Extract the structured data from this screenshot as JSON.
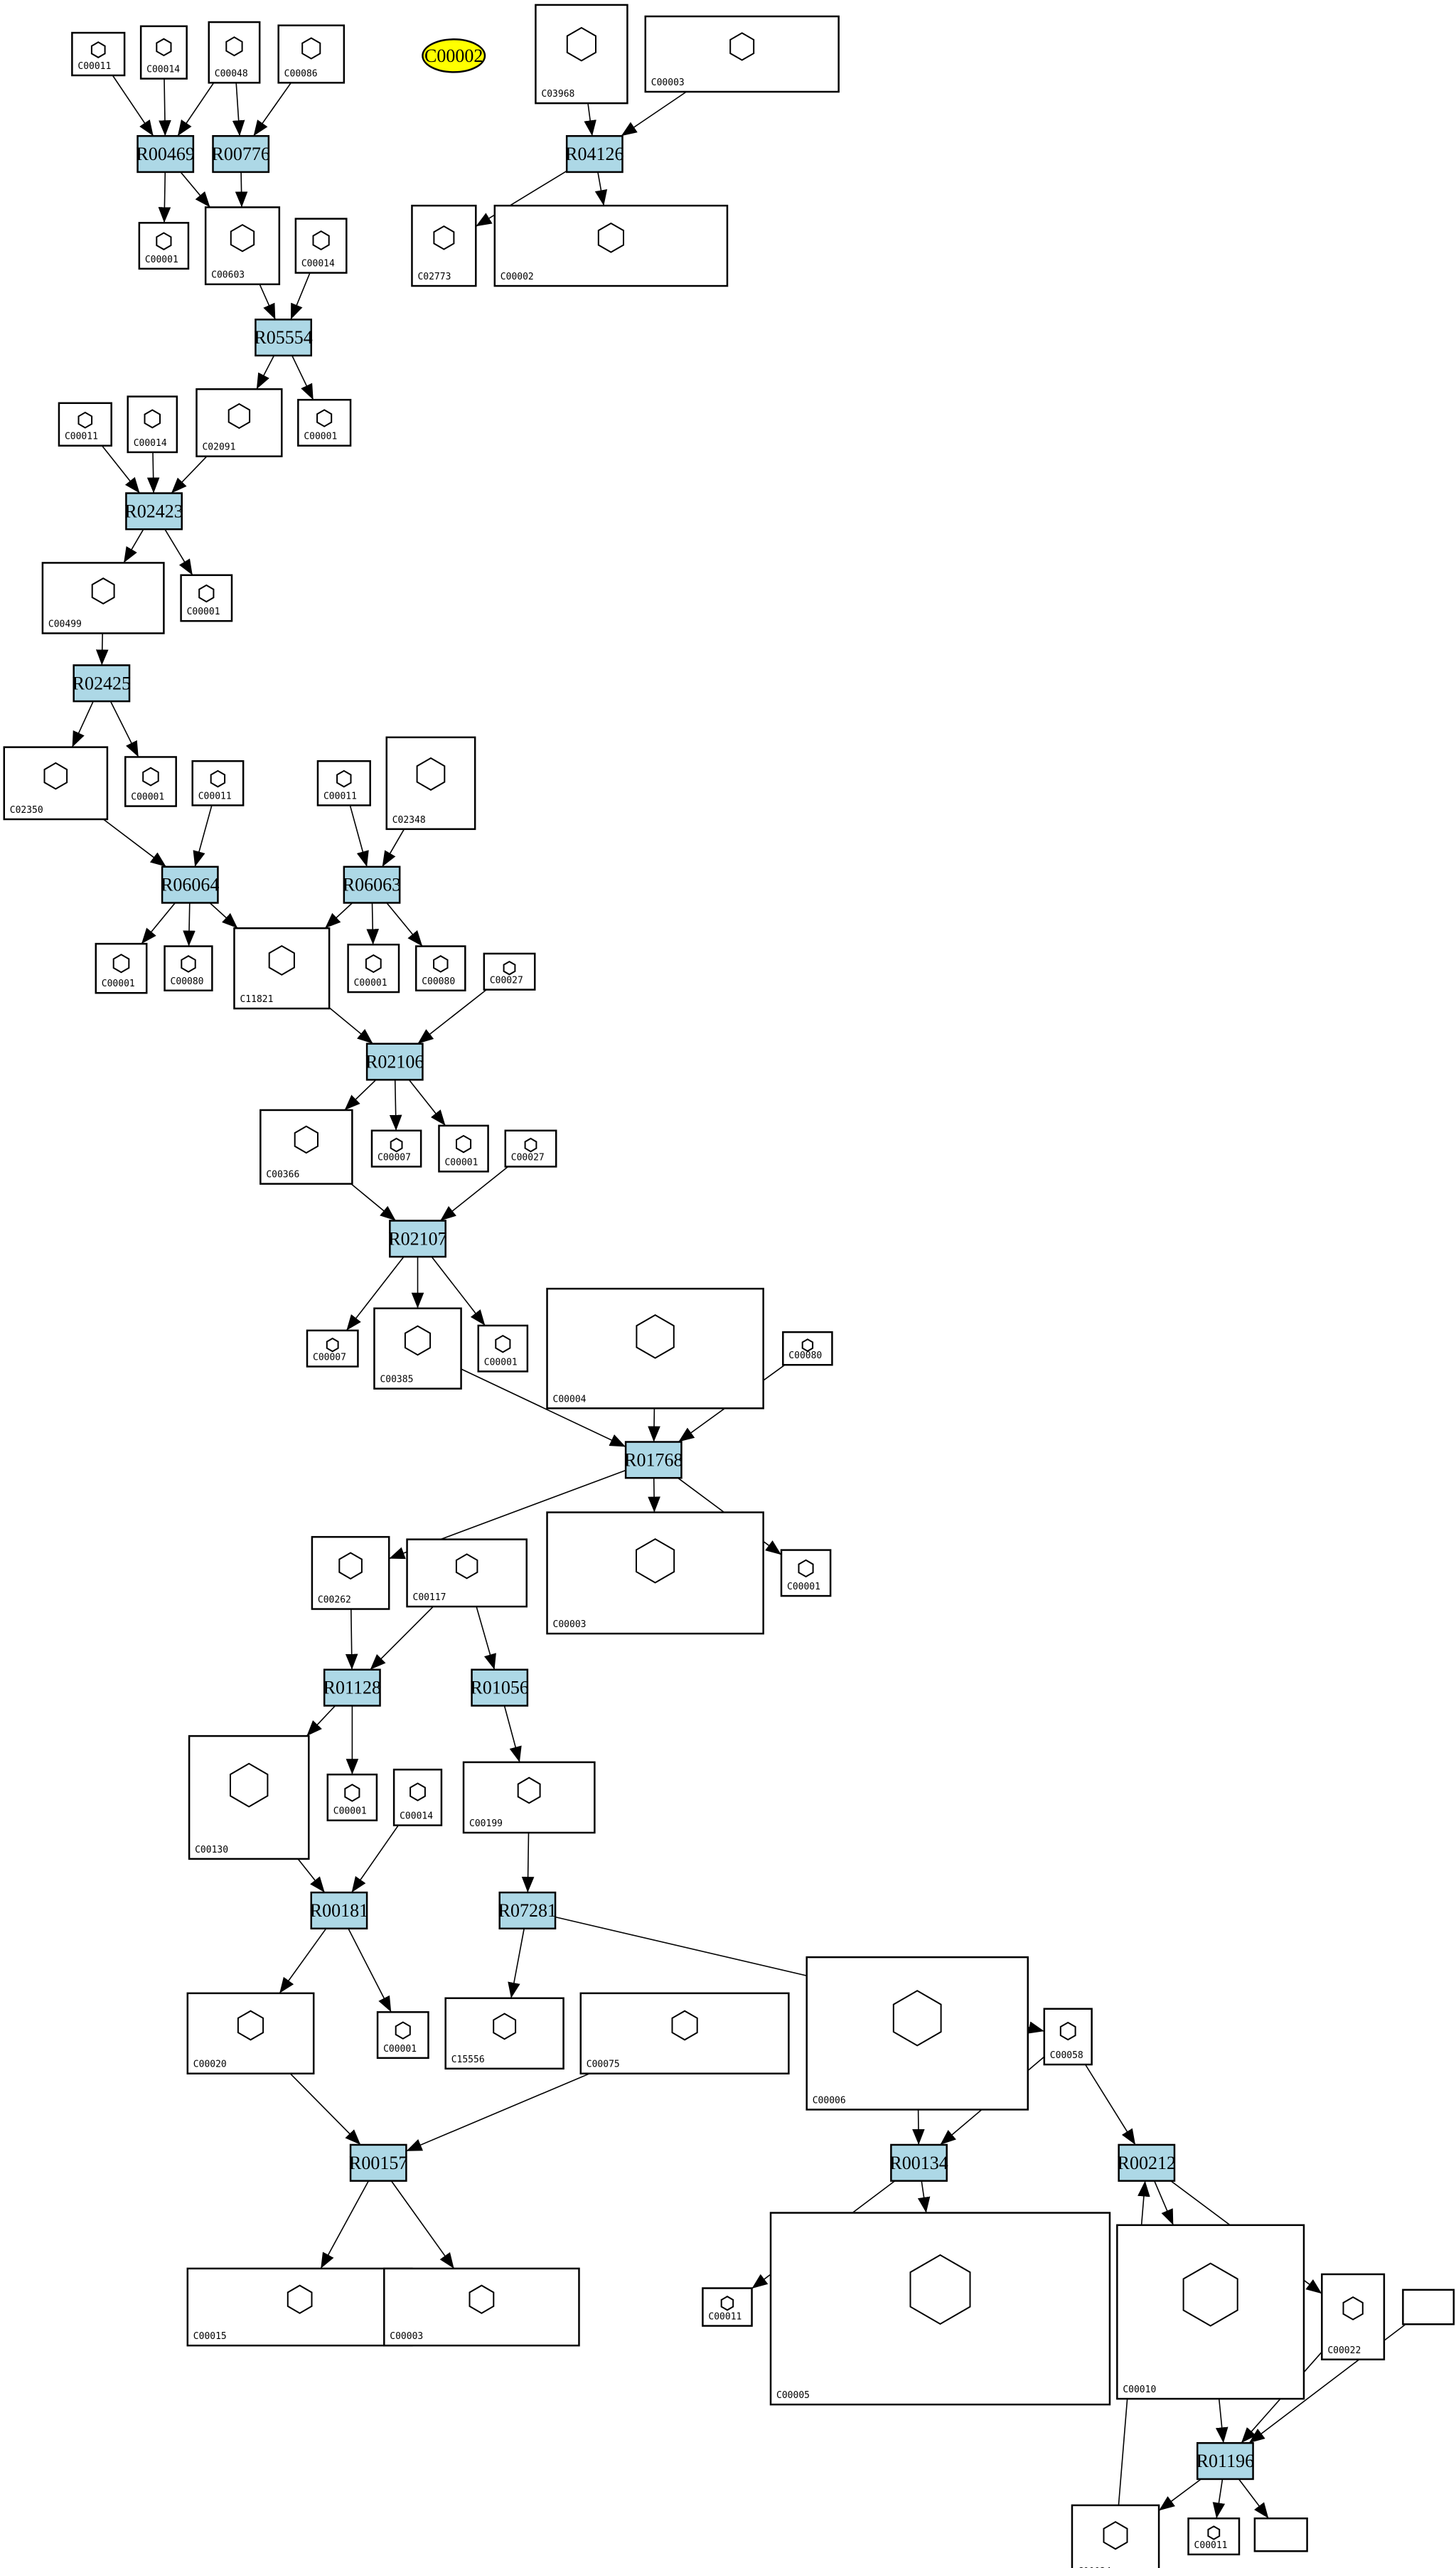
{
  "diagram": {
    "title": "Metabolic reaction network"
  },
  "colors": {
    "reaction_fill": "#add8e6",
    "highlight_fill": "#ffff00",
    "compound_fill": "#ffffff",
    "stroke": "#000000"
  },
  "nodes": {
    "c00011_a": {
      "label": "C00011",
      "kind": "compound"
    },
    "c00014_a": {
      "label": "C00014",
      "kind": "compound"
    },
    "c00048": {
      "label": "C00048",
      "kind": "compound"
    },
    "c00086": {
      "label": "C00086",
      "kind": "compound"
    },
    "c00002_hl": {
      "label": "C00002",
      "kind": "highlight"
    },
    "c03968": {
      "label": "C03968",
      "kind": "compound"
    },
    "c00003_a": {
      "label": "C00003",
      "kind": "compound"
    },
    "r00469": {
      "label": "R00469",
      "kind": "reaction"
    },
    "r00776": {
      "label": "R00776",
      "kind": "reaction"
    },
    "r04126": {
      "label": "R04126",
      "kind": "reaction"
    },
    "c00001_a": {
      "label": "C00001",
      "kind": "compound"
    },
    "c00603": {
      "label": "C00603",
      "kind": "compound"
    },
    "c00014_b": {
      "label": "C00014",
      "kind": "compound"
    },
    "c02773": {
      "label": "C02773",
      "kind": "compound"
    },
    "c00002_b": {
      "label": "C00002",
      "kind": "compound"
    },
    "r05554": {
      "label": "R05554",
      "kind": "reaction"
    },
    "c02091": {
      "label": "C02091",
      "kind": "compound"
    },
    "c00001_b": {
      "label": "C00001",
      "kind": "compound"
    },
    "c00011_b": {
      "label": "C00011",
      "kind": "compound"
    },
    "c00014_c": {
      "label": "C00014",
      "kind": "compound"
    },
    "r02423": {
      "label": "R02423",
      "kind": "reaction"
    },
    "c00499": {
      "label": "C00499",
      "kind": "compound"
    },
    "c00001_c": {
      "label": "C00001",
      "kind": "compound"
    },
    "r02425": {
      "label": "R02425",
      "kind": "reaction"
    },
    "c02350": {
      "label": "C02350",
      "kind": "compound"
    },
    "c00001_d": {
      "label": "C00001",
      "kind": "compound"
    },
    "c00011_c": {
      "label": "C00011",
      "kind": "compound"
    },
    "c00011_d": {
      "label": "C00011",
      "kind": "compound"
    },
    "c02348": {
      "label": "C02348",
      "kind": "compound"
    },
    "r06064": {
      "label": "R06064",
      "kind": "reaction"
    },
    "r06063": {
      "label": "R06063",
      "kind": "reaction"
    },
    "c00001_e": {
      "label": "C00001",
      "kind": "compound"
    },
    "c00080_a": {
      "label": "C00080",
      "kind": "compound"
    },
    "c11821": {
      "label": "C11821",
      "kind": "compound"
    },
    "c00001_f": {
      "label": "C00001",
      "kind": "compound"
    },
    "c00080_b": {
      "label": "C00080",
      "kind": "compound"
    },
    "c00027_a": {
      "label": "C00027",
      "kind": "compound"
    },
    "r02106": {
      "label": "R02106",
      "kind": "reaction"
    },
    "c00366": {
      "label": "C00366",
      "kind": "compound"
    },
    "c00007_a": {
      "label": "C00007",
      "kind": "compound"
    },
    "c00001_g": {
      "label": "C00001",
      "kind": "compound"
    },
    "c00027_b": {
      "label": "C00027",
      "kind": "compound"
    },
    "r02107": {
      "label": "R02107",
      "kind": "reaction"
    },
    "c00007_b": {
      "label": "C00007",
      "kind": "compound"
    },
    "c00385": {
      "label": "C00385",
      "kind": "compound"
    },
    "c00001_h": {
      "label": "C00001",
      "kind": "compound"
    },
    "c00004": {
      "label": "C00004",
      "kind": "compound"
    },
    "c00080_c": {
      "label": "C00080",
      "kind": "compound"
    },
    "r01768": {
      "label": "R01768",
      "kind": "reaction"
    },
    "c00262": {
      "label": "C00262",
      "kind": "compound"
    },
    "c00117": {
      "label": "C00117",
      "kind": "compound"
    },
    "c00003_b": {
      "label": "C00003",
      "kind": "compound"
    },
    "c00001_i": {
      "label": "C00001",
      "kind": "compound"
    },
    "r01128": {
      "label": "R01128",
      "kind": "reaction"
    },
    "r01056": {
      "label": "R01056",
      "kind": "reaction"
    },
    "c00130": {
      "label": "C00130",
      "kind": "compound"
    },
    "c00001_j": {
      "label": "C00001",
      "kind": "compound"
    },
    "c00014_d": {
      "label": "C00014",
      "kind": "compound"
    },
    "c00199": {
      "label": "C00199",
      "kind": "compound"
    },
    "r00181": {
      "label": "R00181",
      "kind": "reaction"
    },
    "r07281": {
      "label": "R07281",
      "kind": "reaction"
    },
    "c00020": {
      "label": "C00020",
      "kind": "compound"
    },
    "c00001_k": {
      "label": "C00001",
      "kind": "compound"
    },
    "c15556": {
      "label": "C15556",
      "kind": "compound"
    },
    "c00075": {
      "label": "C00075",
      "kind": "compound"
    },
    "c00006": {
      "label": "C00006",
      "kind": "compound"
    },
    "c00058": {
      "label": "C00058",
      "kind": "compound"
    },
    "r00157": {
      "label": "R00157",
      "kind": "reaction"
    },
    "r00134": {
      "label": "R00134",
      "kind": "reaction"
    },
    "r00212": {
      "label": "R00212",
      "kind": "reaction"
    },
    "c00015": {
      "label": "C00015",
      "kind": "compound"
    },
    "c00003_c": {
      "label": "C00003",
      "kind": "compound"
    },
    "c00011_e": {
      "label": "C00011",
      "kind": "compound"
    },
    "c00005": {
      "label": "C00005",
      "kind": "compound"
    },
    "c00010": {
      "label": "C00010",
      "kind": "compound"
    },
    "c00022": {
      "label": "C00022",
      "kind": "compound"
    },
    "empty_a": {
      "label": "",
      "kind": "compound"
    },
    "r01196": {
      "label": "R01196",
      "kind": "reaction"
    },
    "c00024": {
      "label": "C00024",
      "kind": "compound"
    },
    "c00011_f": {
      "label": "C00011",
      "kind": "compound"
    },
    "empty_b": {
      "label": "",
      "kind": "compound"
    }
  },
  "edges": [
    [
      "c00011_a",
      "r00469"
    ],
    [
      "c00014_a",
      "r00469"
    ],
    [
      "c00048",
      "r00469"
    ],
    [
      "c00048",
      "r00776"
    ],
    [
      "c00086",
      "r00776"
    ],
    [
      "r00469",
      "c00001_a"
    ],
    [
      "r00469",
      "c00603"
    ],
    [
      "r00776",
      "c00603"
    ],
    [
      "c03968",
      "r04126"
    ],
    [
      "c00003_a",
      "r04126"
    ],
    [
      "r04126",
      "c02773"
    ],
    [
      "r04126",
      "c00002_b"
    ],
    [
      "c00603",
      "r05554"
    ],
    [
      "c00014_b",
      "r05554"
    ],
    [
      "r05554",
      "c02091"
    ],
    [
      "r05554",
      "c00001_b"
    ],
    [
      "c00011_b",
      "r02423"
    ],
    [
      "c00014_c",
      "r02423"
    ],
    [
      "c02091",
      "r02423"
    ],
    [
      "r02423",
      "c00499"
    ],
    [
      "r02423",
      "c00001_c"
    ],
    [
      "c00499",
      "r02425"
    ],
    [
      "r02425",
      "c02350"
    ],
    [
      "r02425",
      "c00001_d"
    ],
    [
      "c02350",
      "r06064"
    ],
    [
      "c00011_c",
      "r06064"
    ],
    [
      "c00011_d",
      "r06063"
    ],
    [
      "c02348",
      "r06063"
    ],
    [
      "r06064",
      "c00001_e"
    ],
    [
      "r06064",
      "c00080_a"
    ],
    [
      "r06064",
      "c11821"
    ],
    [
      "r06063",
      "c11821"
    ],
    [
      "r06063",
      "c00001_f"
    ],
    [
      "r06063",
      "c00080_b"
    ],
    [
      "c11821",
      "r02106"
    ],
    [
      "c00027_a",
      "r02106"
    ],
    [
      "r02106",
      "c00366"
    ],
    [
      "r02106",
      "c00007_a"
    ],
    [
      "r02106",
      "c00001_g"
    ],
    [
      "c00366",
      "r02107"
    ],
    [
      "c00027_b",
      "r02107"
    ],
    [
      "r02107",
      "c00007_b"
    ],
    [
      "r02107",
      "c00385"
    ],
    [
      "r02107",
      "c00001_h"
    ],
    [
      "c00385",
      "r01768"
    ],
    [
      "c00004",
      "r01768"
    ],
    [
      "c00080_c",
      "r01768"
    ],
    [
      "r01768",
      "c00262"
    ],
    [
      "r01768",
      "c00003_b"
    ],
    [
      "r01768",
      "c00001_i"
    ],
    [
      "c00262",
      "r01128"
    ],
    [
      "c00117",
      "r01128"
    ],
    [
      "c00117",
      "r01056"
    ],
    [
      "r01128",
      "c00130"
    ],
    [
      "r01128",
      "c00001_j"
    ],
    [
      "c00130",
      "r00181"
    ],
    [
      "c00014_d",
      "r00181"
    ],
    [
      "r01056",
      "c00199"
    ],
    [
      "c00199",
      "r07281"
    ],
    [
      "r00181",
      "c00020"
    ],
    [
      "r00181",
      "c00001_k"
    ],
    [
      "r07281",
      "c15556"
    ],
    [
      "r07281",
      "c00058"
    ],
    [
      "c00020",
      "r00157"
    ],
    [
      "c00075",
      "r00157"
    ],
    [
      "r00157",
      "c00015"
    ],
    [
      "r00157",
      "c00003_c"
    ],
    [
      "c00006",
      "r00134"
    ],
    [
      "c00058",
      "r00134"
    ],
    [
      "c00058",
      "r00212"
    ],
    [
      "r00134",
      "c00011_e"
    ],
    [
      "r00134",
      "c00005"
    ],
    [
      "r00212",
      "c00010"
    ],
    [
      "r00212",
      "c00022"
    ],
    [
      "c00010",
      "r01196"
    ],
    [
      "c00022",
      "r01196"
    ],
    [
      "empty_a",
      "r01196"
    ],
    [
      "r01196",
      "c00024"
    ],
    [
      "r01196",
      "c00011_f"
    ],
    [
      "r01196",
      "empty_b"
    ],
    [
      "c00024",
      "r00212"
    ]
  ]
}
